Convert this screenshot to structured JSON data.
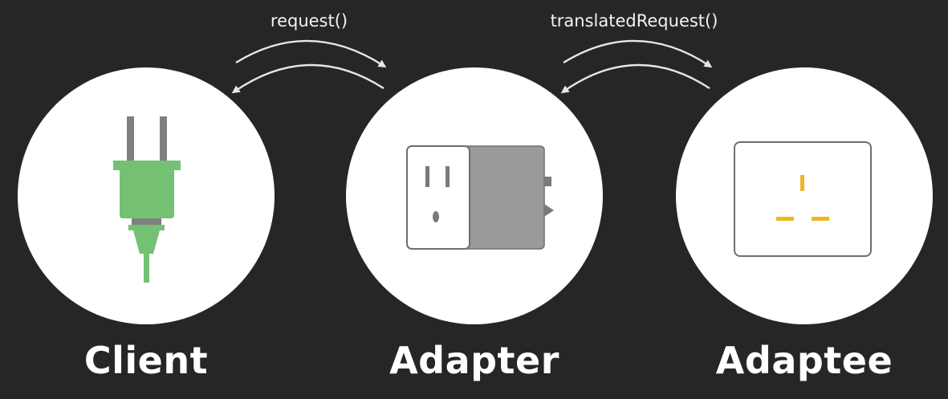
{
  "calls": {
    "client_to_adapter": "request()",
    "adapter_to_adaptee": "translatedRequest()"
  },
  "nodes": {
    "client": {
      "label": "Client",
      "icon": "plug-icon"
    },
    "adapter": {
      "label": "Adapter",
      "icon": "outlet-adapter-icon"
    },
    "adaptee": {
      "label": "Adaptee",
      "icon": "outlet-icon"
    }
  },
  "colors": {
    "background": "#262626",
    "circle": "#ffffff",
    "plug_green": "#74c174",
    "adapter_gray": "#9a9a9a",
    "outlet_prongs": "#f0b626",
    "arrows": "#e6e6e6"
  }
}
